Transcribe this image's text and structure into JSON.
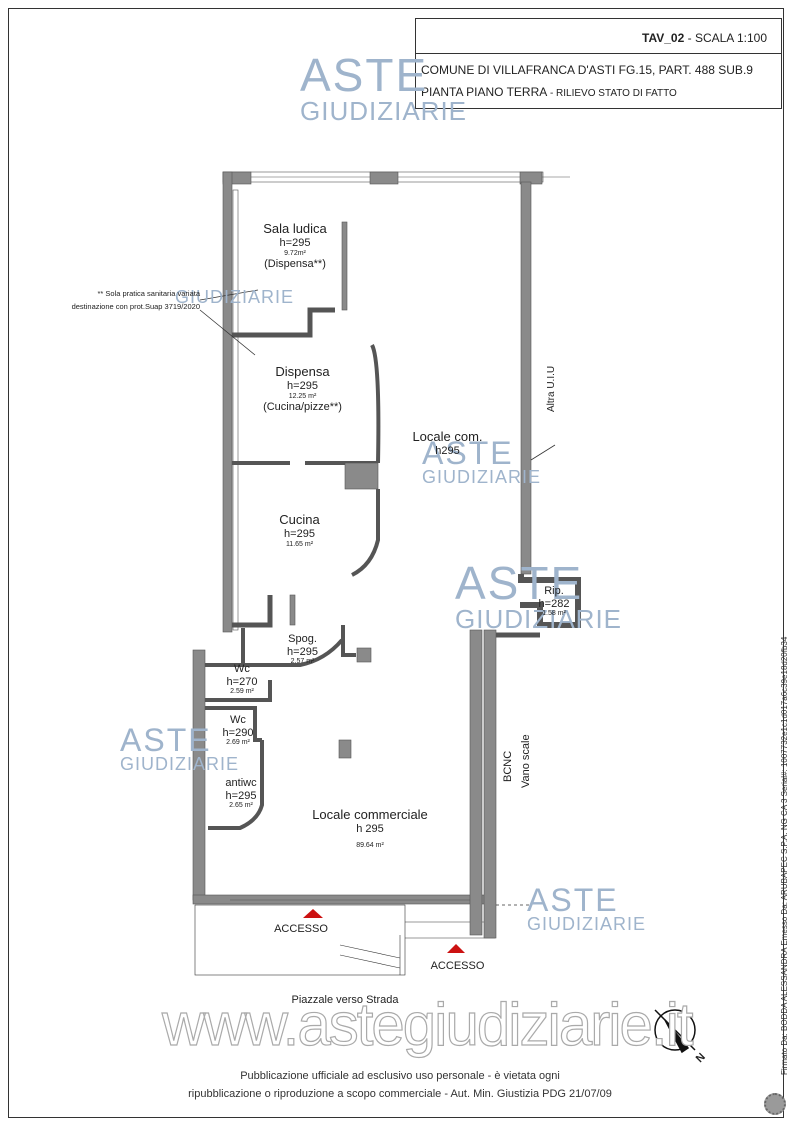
{
  "title_block": {
    "tav": "TAV_02",
    "scale": "- SCALA 1:100",
    "line1": "COMUNE DI VILLAFRANCA D'ASTI FG.15, PART. 488 SUB.9",
    "line2_main": "PIANTA PIANO TERRA",
    "line2_sub": "- RILIEVO STATO DI FATTO"
  },
  "rooms": {
    "sala_ludica": {
      "name": "Sala ludica",
      "height": "h=295",
      "area": "9.72m²",
      "note": "(Dispensa**)"
    },
    "dispensa": {
      "name": "Dispensa",
      "height": "h=295",
      "area": "12.25 m²",
      "note": "(Cucina/pizze**)"
    },
    "locale_com": {
      "name": "Locale com.",
      "height": "h295"
    },
    "cucina": {
      "name": "Cucina",
      "height": "h=295",
      "area": "11.65 m²"
    },
    "rip": {
      "name": "Rip.",
      "height": "h=282",
      "area": "1.58 m²"
    },
    "spog": {
      "name": "Spog.",
      "height": "h=295",
      "area": "2.57 m²"
    },
    "wc1": {
      "name": "Wc",
      "height": "h=270",
      "area": "2.59 m²"
    },
    "wc2": {
      "name": "Wc",
      "height": "h=290",
      "area": "2.69 m²"
    },
    "antiwc": {
      "name": "antiwc",
      "height": "h=295",
      "area": "2.65 m²"
    },
    "locale_commerciale": {
      "name": "Locale commerciale",
      "height": "h 295",
      "area": "89.64 m²"
    }
  },
  "labels": {
    "altra_uiu": "Altra U.I.U",
    "bcnc": "BCNC",
    "vano_scale": "Vano scale",
    "accesso_1": "ACCESSO",
    "accesso_2": "ACCESSO",
    "piazzale": "Piazzale verso Strada",
    "north": "N"
  },
  "side_note": {
    "line1": "** Sola pratica sanitaria variata",
    "line2": "destinazione con prot.Suap 3719/2020"
  },
  "watermark": {
    "brand_top": "ASTE",
    "brand_bottom": "GIUDIZIARIE",
    "site": "www.astegiudiziarie.it"
  },
  "footer": {
    "line1": "Pubblicazione ufficiale ad esclusivo uso personale - è vietata ogni",
    "line2": "ripubblicazione o riproduzione a scopo commerciale - Aut. Min. Giustizia PDG 21/07/09"
  },
  "signature_line": "Firmato Da: BODDA ALESSANDRA Emesso Da: ARUBAPEC S.P.A. NG CA 3 Serial#: 1007732e1c1d017a6c39e18d20fb34",
  "colors": {
    "wall": "#888888",
    "wall_dark": "#666666",
    "access_marker": "#cc1111",
    "watermark": "#9fb4cc"
  }
}
